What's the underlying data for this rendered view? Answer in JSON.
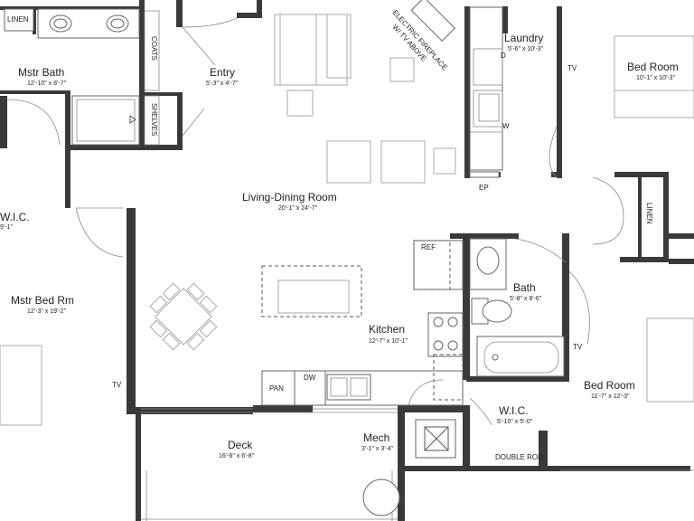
{
  "rooms": {
    "mstr_bath": {
      "name": "Mstr Bath",
      "dim": "12'-10\" x 8'-7\""
    },
    "entry": {
      "name": "Entry",
      "dim": "5'-3\" x 4'-7\""
    },
    "laundry": {
      "name": "Laundry",
      "dim": "5'-6\" x 10'-3\""
    },
    "bed_room_1": {
      "name": "Bed Room",
      "dim": "10'-1\" x 10'-3\""
    },
    "wic_left": {
      "name": "W.I.C.",
      "dim": "9'-1\""
    },
    "living": {
      "name": "Living-Dining Room",
      "dim": "20'-1\" x 24'-7\""
    },
    "mstr_bed": {
      "name": "Mstr Bed Rm",
      "dim": "12'-3\" x 19'-2\""
    },
    "bath": {
      "name": "Bath",
      "dim": "5'-8\" x 8'-6\""
    },
    "kitchen": {
      "name": "Kitchen",
      "dim": "12'-7\" x 10'-1\""
    },
    "bed_room_2": {
      "name": "Bed Room",
      "dim": "11'-7\" x 12'-3\""
    },
    "wic_right": {
      "name": "W.I.C.",
      "dim": "5'-10\" x 5'-0\""
    },
    "deck": {
      "name": "Deck",
      "dim": "16'-6\" x 6'-8\""
    },
    "mech": {
      "name": "Mech",
      "dim": "3'-1\" x 3'-4\""
    }
  },
  "labels": {
    "linen_top": "LINEN",
    "coats": "COATS",
    "shelves": "SHELVES",
    "fireplace_1": "ELECTRIC FIREPLACE",
    "fireplace_2": "W/ TV ABOVE",
    "ep": "EP",
    "d": "D",
    "w": "W",
    "tv_bed1": "TV",
    "linen_right": "LINEN",
    "ref": "REF",
    "dw": "DW",
    "pan": "PAN",
    "tv_mstr": "TV",
    "tv_bed2": "TV",
    "double_rod": "DOUBLE ROD"
  }
}
